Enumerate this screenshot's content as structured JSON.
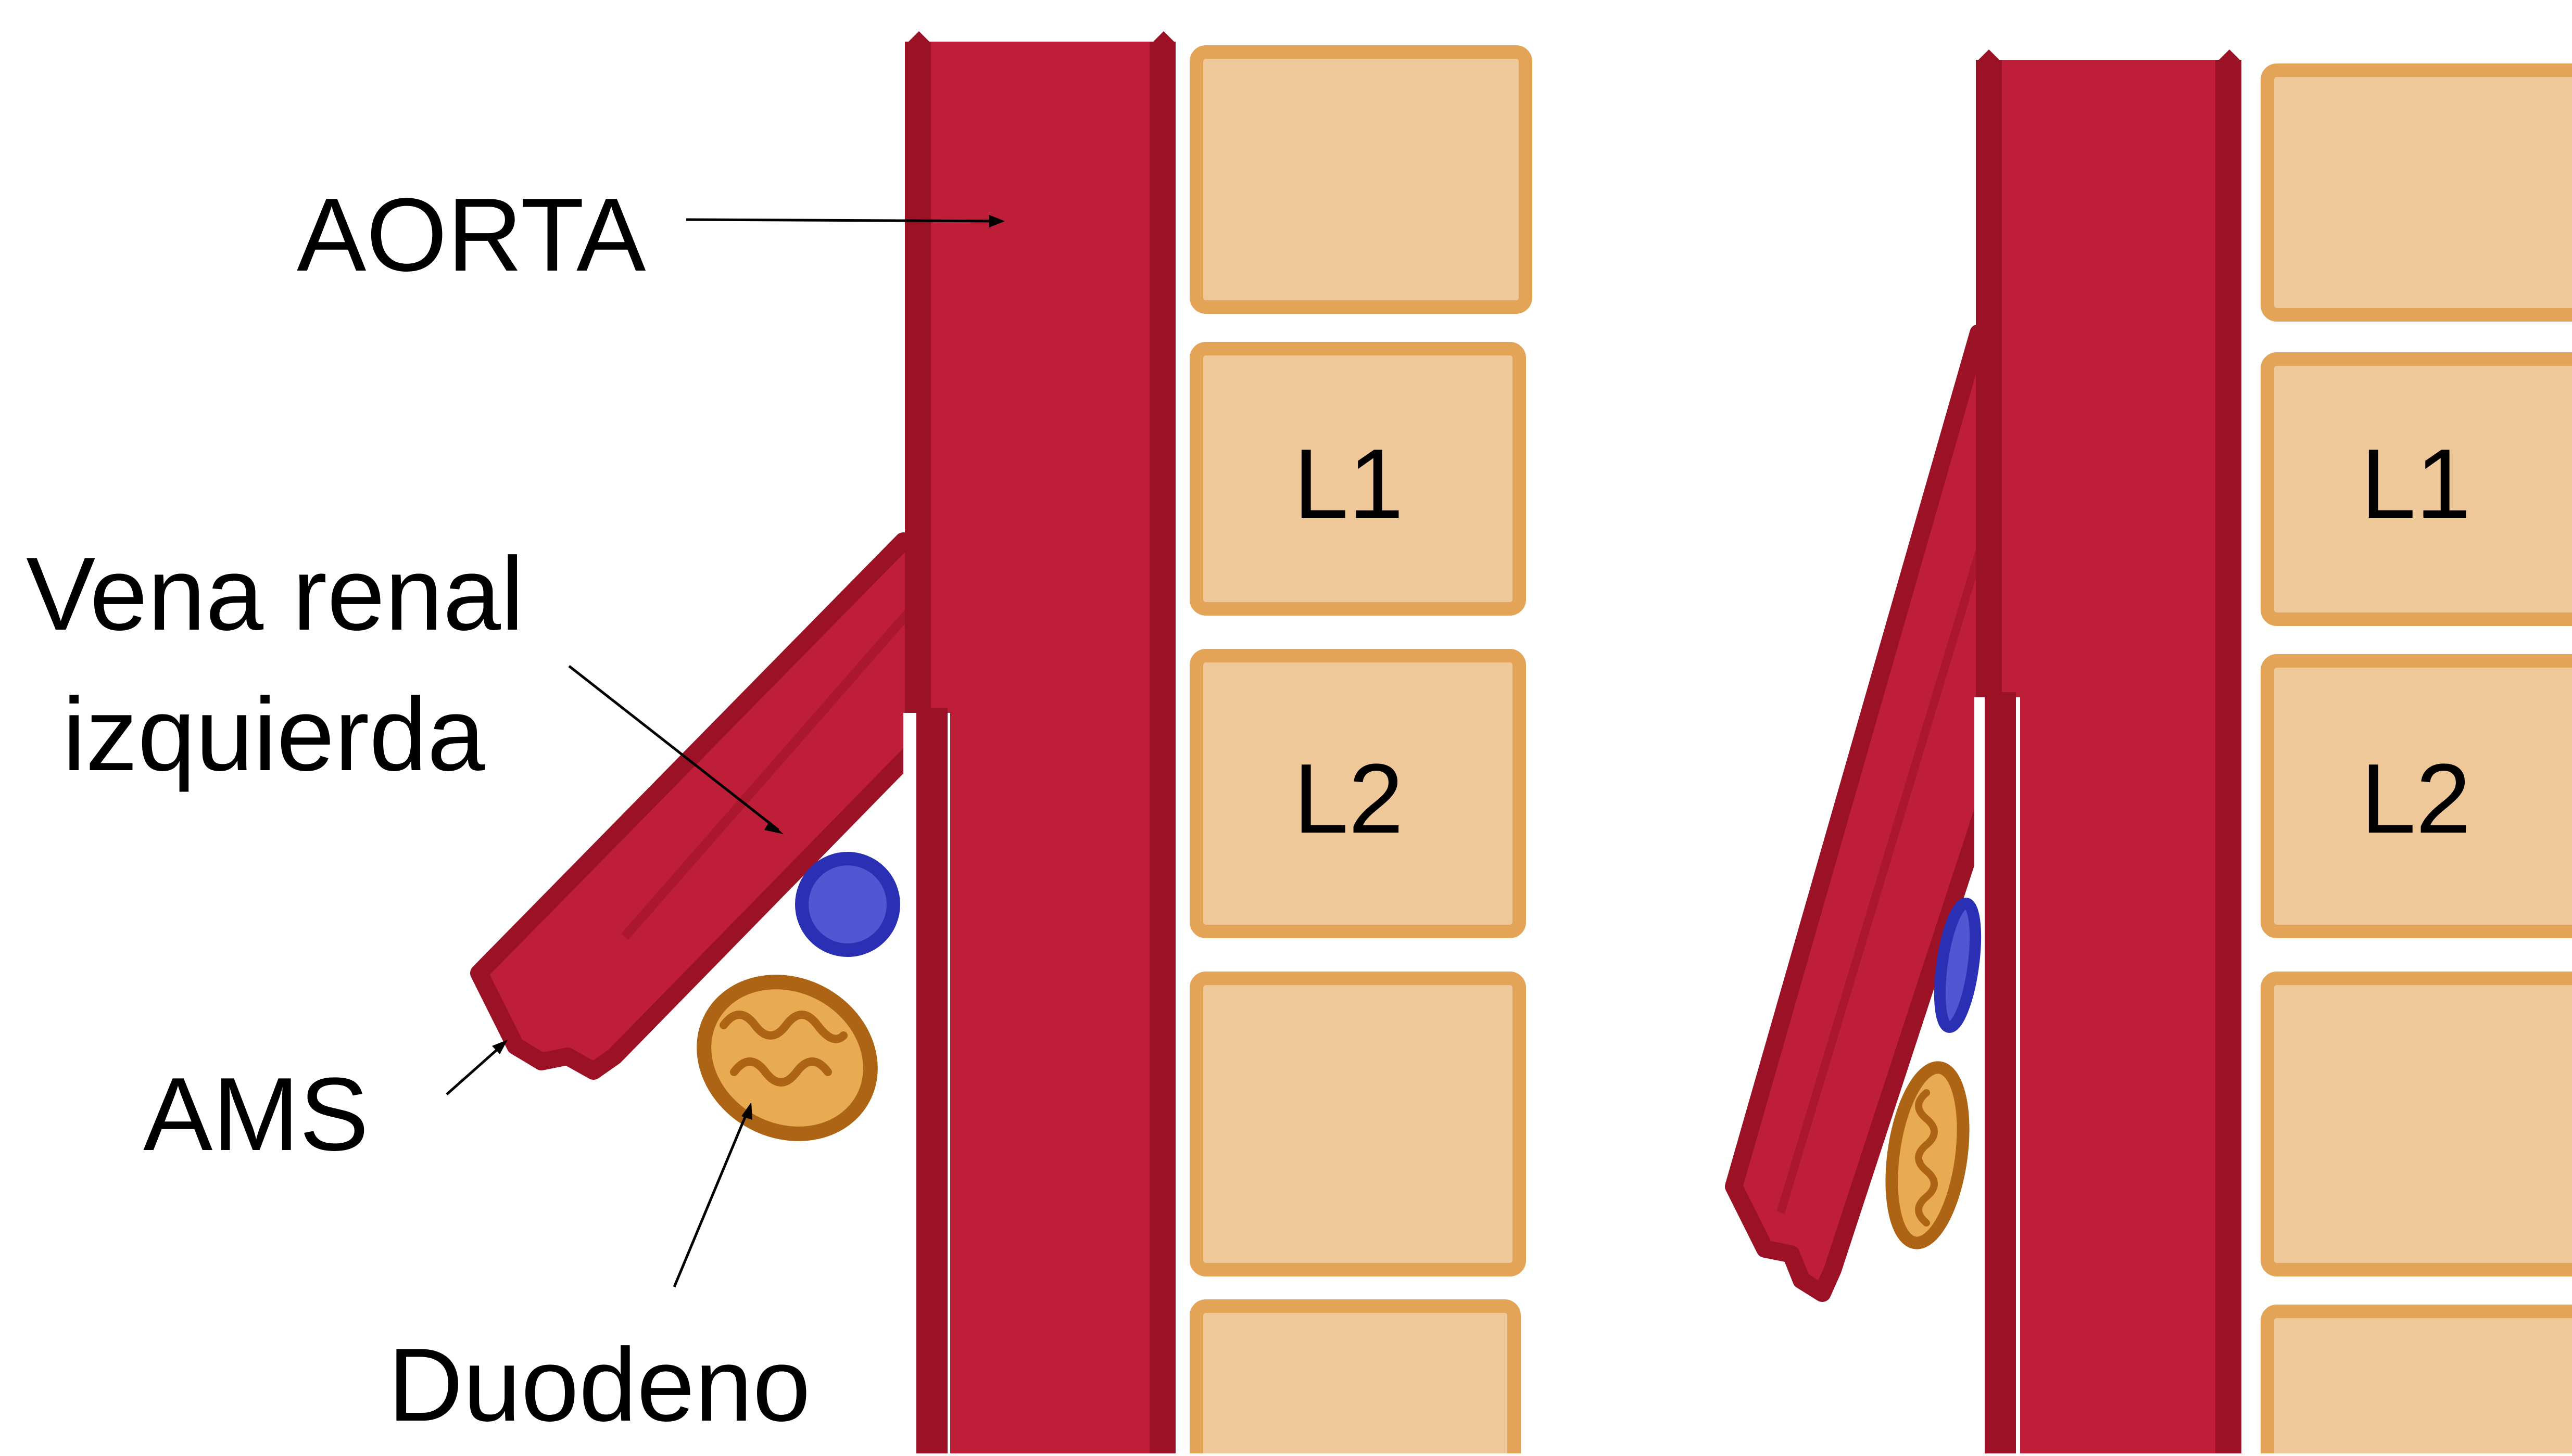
{
  "labels": {
    "aorta": "AORTA",
    "vena_renal_line1": "Vena renal",
    "vena_renal_line2": "izquierda",
    "ams": "AMS",
    "duodeno": "Duodeno"
  },
  "vertebrae": {
    "left": [
      "",
      "L1",
      "L2",
      "",
      ""
    ],
    "right": [
      "",
      "L1",
      "L2",
      "",
      ""
    ]
  },
  "colors": {
    "artery": "#be1e37",
    "artery_edge": "#9b1226",
    "vein": "#5057d3",
    "vein_edge": "#2b2fb3",
    "bone_fill": "#efc89a",
    "bone_edge": "#e3a458",
    "duodenum_fill": "#e9ab52",
    "duodenum_edge": "#ad6515",
    "arrow": "#000000"
  }
}
